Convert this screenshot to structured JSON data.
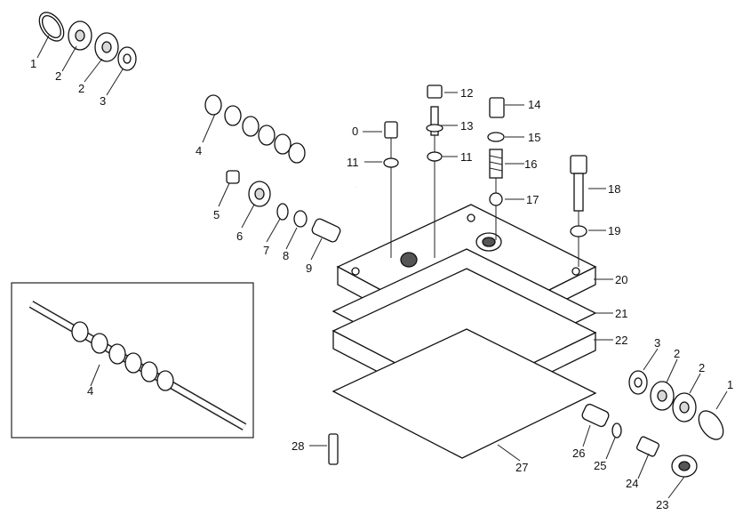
{
  "callouts": [
    {
      "id": "c1a",
      "text": "1"
    },
    {
      "id": "c2a",
      "text": "2"
    },
    {
      "id": "c2b",
      "text": "2"
    },
    {
      "id": "c3a",
      "text": "3"
    },
    {
      "id": "c4a",
      "text": "4"
    },
    {
      "id": "c5",
      "text": "5"
    },
    {
      "id": "c6",
      "text": "6"
    },
    {
      "id": "c7",
      "text": "7"
    },
    {
      "id": "c8",
      "text": "8"
    },
    {
      "id": "c9",
      "text": "9"
    },
    {
      "id": "c0",
      "text": "0"
    },
    {
      "id": "c11a",
      "text": "11"
    },
    {
      "id": "c11b",
      "text": "11"
    },
    {
      "id": "c12",
      "text": "12"
    },
    {
      "id": "c13",
      "text": "13"
    },
    {
      "id": "c14",
      "text": "14"
    },
    {
      "id": "c15",
      "text": "15"
    },
    {
      "id": "c16",
      "text": "16"
    },
    {
      "id": "c17",
      "text": "17"
    },
    {
      "id": "c18",
      "text": "18"
    },
    {
      "id": "c19",
      "text": "19"
    },
    {
      "id": "c20",
      "text": "20"
    },
    {
      "id": "c21",
      "text": "21"
    },
    {
      "id": "c22",
      "text": "22"
    },
    {
      "id": "c3b",
      "text": "3"
    },
    {
      "id": "c2c",
      "text": "2"
    },
    {
      "id": "c2d",
      "text": "2"
    },
    {
      "id": "c1b",
      "text": "1"
    },
    {
      "id": "c4b",
      "text": "4"
    },
    {
      "id": "c23",
      "text": "23"
    },
    {
      "id": "c24",
      "text": "24"
    },
    {
      "id": "c25",
      "text": "25"
    },
    {
      "id": "c26",
      "text": "26"
    },
    {
      "id": "c27",
      "text": "27"
    },
    {
      "id": "c28",
      "text": "28"
    }
  ]
}
